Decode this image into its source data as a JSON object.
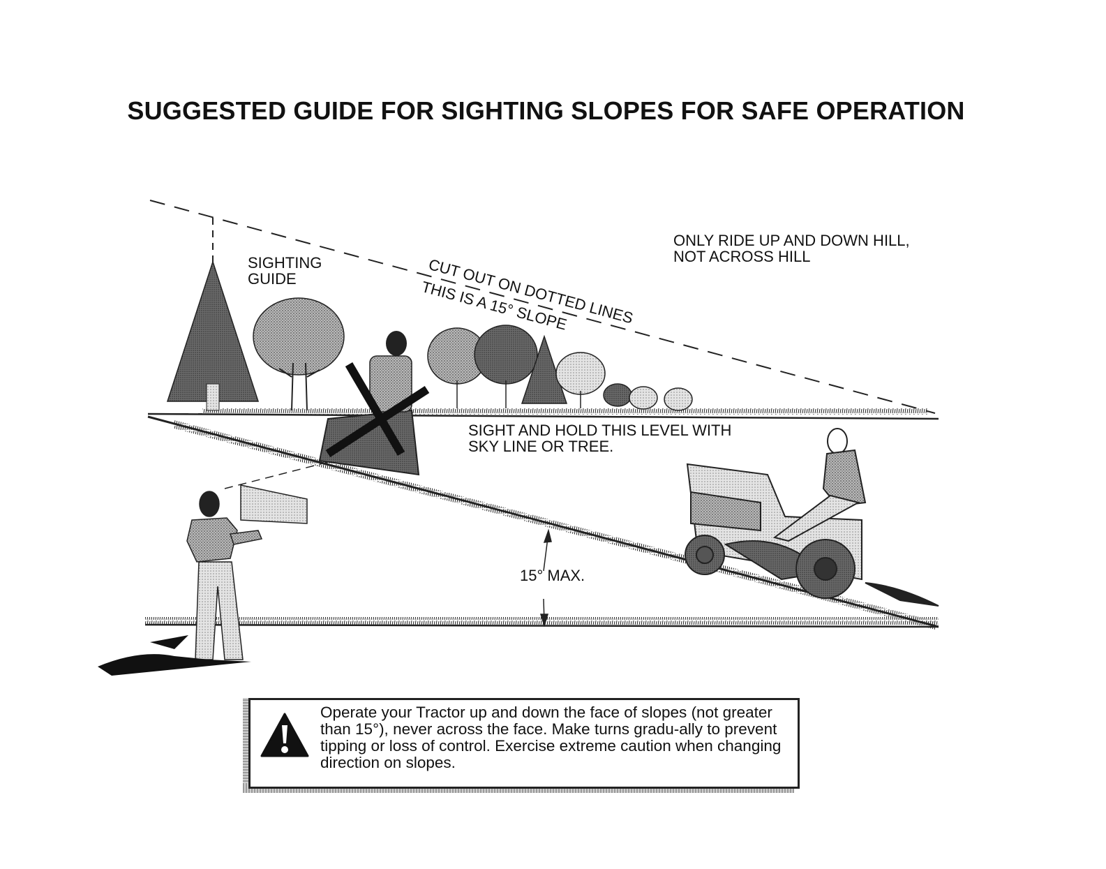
{
  "title": "SUGGESTED GUIDE FOR SIGHTING SLOPES FOR SAFE OPERATION",
  "labels": {
    "sighting_guide": "SIGHTING\nGUIDE",
    "cut_out": "CUT OUT ON DOTTED LINES",
    "slope_note": "THIS IS A 15° SLOPE",
    "only_ride": "ONLY RIDE UP AND DOWN HILL,\nNOT ACROSS HILL",
    "sight_hold": "SIGHT AND HOLD THIS LEVEL WITH\nSKY LINE OR TREE.",
    "max_angle": "15° MAX."
  },
  "warning": {
    "icon": "warning-triangle-icon",
    "text": "Operate your Tractor up and down the face of slopes (not greater than 15°), never across the face. Make turns gradu-ally to prevent tipping or loss of control. Exercise extreme caution when changing direction on slopes."
  }
}
